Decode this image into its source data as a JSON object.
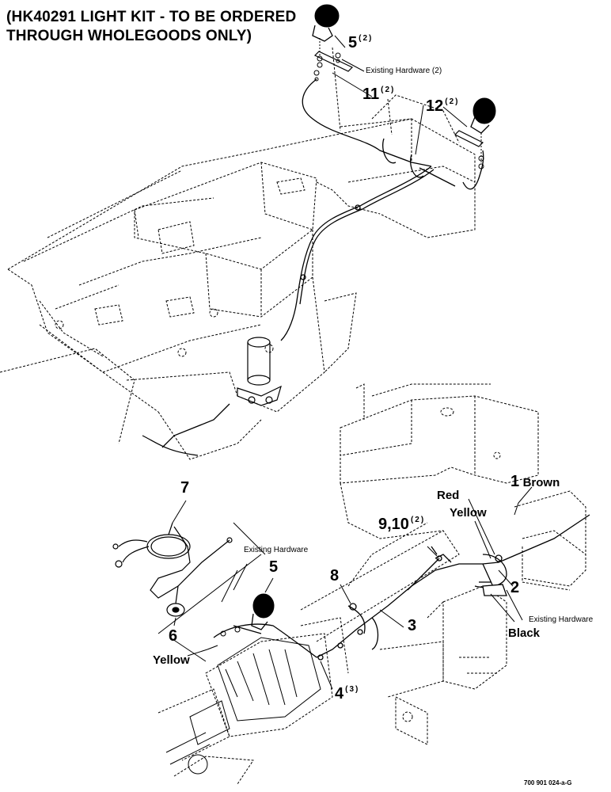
{
  "title": {
    "line1": "(HK40291 LIGHT KIT - TO BE ORDERED",
    "line2": "THROUGH WHOLEGOODS ONLY)"
  },
  "callouts": {
    "c1": {
      "num": "1",
      "text": "Brown"
    },
    "c2": {
      "num": "2"
    },
    "c3": {
      "num": "3"
    },
    "c4": {
      "num": "4",
      "qty": "(3)"
    },
    "c5_top": {
      "num": "5",
      "qty": "(2)"
    },
    "c5_bottom": {
      "num": "5"
    },
    "c6": {
      "num": "6"
    },
    "c7": {
      "num": "7"
    },
    "c8": {
      "num": "8"
    },
    "c9_10": {
      "num": "9,10",
      "qty": "(2)"
    },
    "c11": {
      "num": "11",
      "qty": "(2)"
    },
    "c12": {
      "num": "12",
      "qty": "(2)"
    }
  },
  "wire_labels": {
    "red": "Red",
    "yellow_right": "Yellow",
    "black": "Black",
    "yellow_left": "Yellow"
  },
  "hardware_labels": {
    "top": "Existing Hardware (2)",
    "left": "Existing Hardware",
    "right": "Existing Hardware"
  },
  "figure_code": "700 901 024-a-G",
  "colors": {
    "ink": "#000000",
    "paper": "#ffffff"
  }
}
